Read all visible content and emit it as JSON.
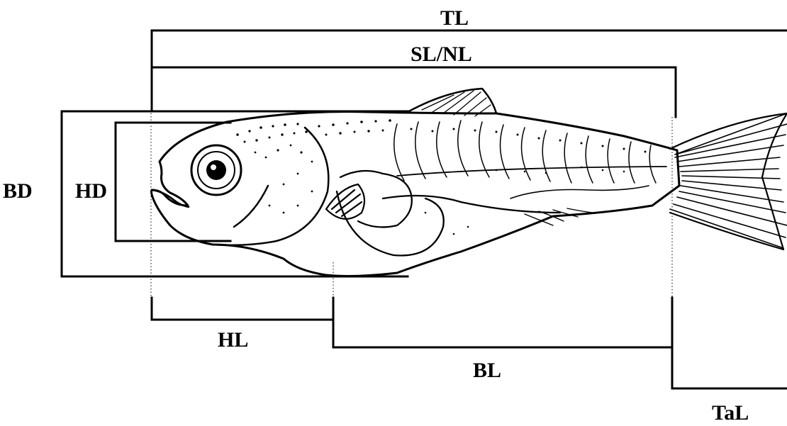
{
  "diagram": {
    "labels": {
      "total_length": "TL",
      "standard_notochord_length": "SL/NL",
      "body_depth": "BD",
      "head_depth": "HD",
      "head_length": "HL",
      "body_length": "BL",
      "tail_length": "TaL"
    },
    "colors": {
      "line": "#000000",
      "background": "#ffffff"
    }
  }
}
